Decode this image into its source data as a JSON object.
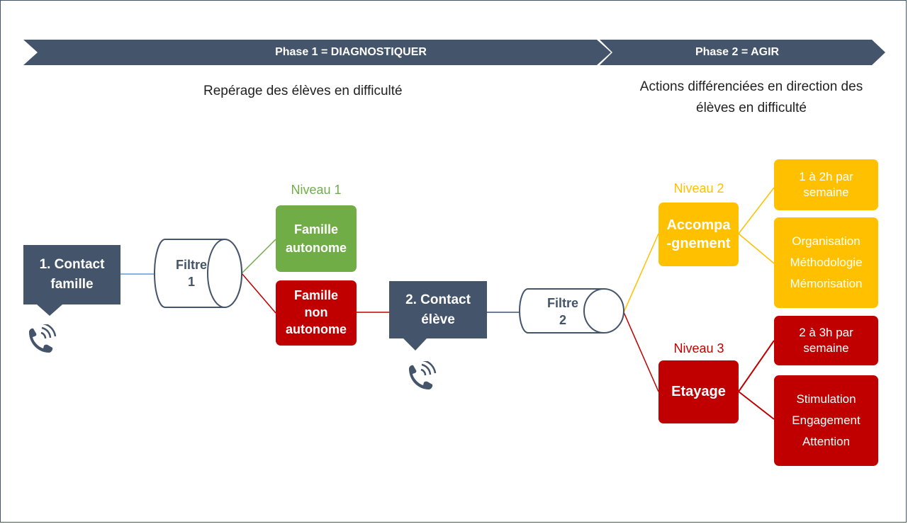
{
  "phases": {
    "phase1": {
      "label": "Phase 1 = DIAGNOSTIQUER",
      "description": "Repérage des élèves en difficulté"
    },
    "phase2": {
      "label": "Phase 2 = AGIR",
      "description_lines": [
        "Actions différenciées en direction des",
        "élèves en difficulté"
      ]
    }
  },
  "contacts": {
    "famille": {
      "lines": [
        "1. Contact",
        "famille"
      ]
    },
    "eleve": {
      "lines": [
        "2. Contact",
        "élève"
      ]
    }
  },
  "filters": {
    "filtre1": {
      "lines": [
        "Filtre",
        "1"
      ]
    },
    "filtre2": {
      "lines": [
        "Filtre",
        "2"
      ]
    }
  },
  "level1": {
    "label": "Niveau 1",
    "autonome": [
      "Famille",
      "autonome"
    ],
    "non_autonome": [
      "Famille",
      "non",
      "autonome"
    ]
  },
  "level2": {
    "label": "Niveau 2",
    "name": [
      "Accompa",
      "-gnement"
    ],
    "time": [
      "1 à 2h par",
      "semaine"
    ],
    "items": [
      "Organisation",
      "Méthodologie",
      "Mémorisation"
    ]
  },
  "level3": {
    "label": "Niveau 3",
    "name": "Etayage",
    "time": [
      "2 à 3h par",
      "semaine"
    ],
    "items": [
      "Stimulation",
      "Engagement",
      "Attention"
    ]
  },
  "colors": {
    "navy": "#44546a",
    "green": "#70ad47",
    "red": "#c00000",
    "amber": "#ffc000",
    "connector_blue": "#5b9bd5"
  },
  "icons": {
    "phone": "phone-ringing-icon"
  }
}
